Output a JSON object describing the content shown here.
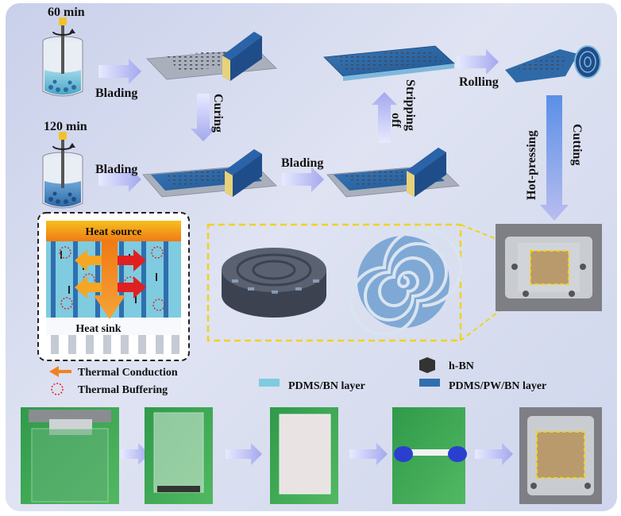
{
  "steps": {
    "time_1": "60 min",
    "time_2": "120 min",
    "blading_1": "Blading",
    "blading_2": "Blading",
    "blading_3": "Blading",
    "curing": "Curing",
    "stripping": "Stripping",
    "off": "off",
    "rolling": "Rolling",
    "hot_pressing": "Hot-pressing",
    "cutting": "Cutting"
  },
  "schematic": {
    "heat_source": "Heat source",
    "heat_sink": "Heat sink"
  },
  "legend": {
    "thermal_conduction": "Thermal Conduction",
    "thermal_buffering": "Thermal Buffering",
    "hbn": "h-BN",
    "pdms_bn": "PDMS/BN layer",
    "pdms_pw_bn": "PDMS/PW/BN layer"
  },
  "colors": {
    "arrow": "#b4b8f0",
    "pdms_bn": "#7fcbe0",
    "pdms_pw_bn": "#2f6fae",
    "highlight": "#f2d21e",
    "heat_arrow": "#f0821e",
    "buffer_circle": "#e02020"
  }
}
